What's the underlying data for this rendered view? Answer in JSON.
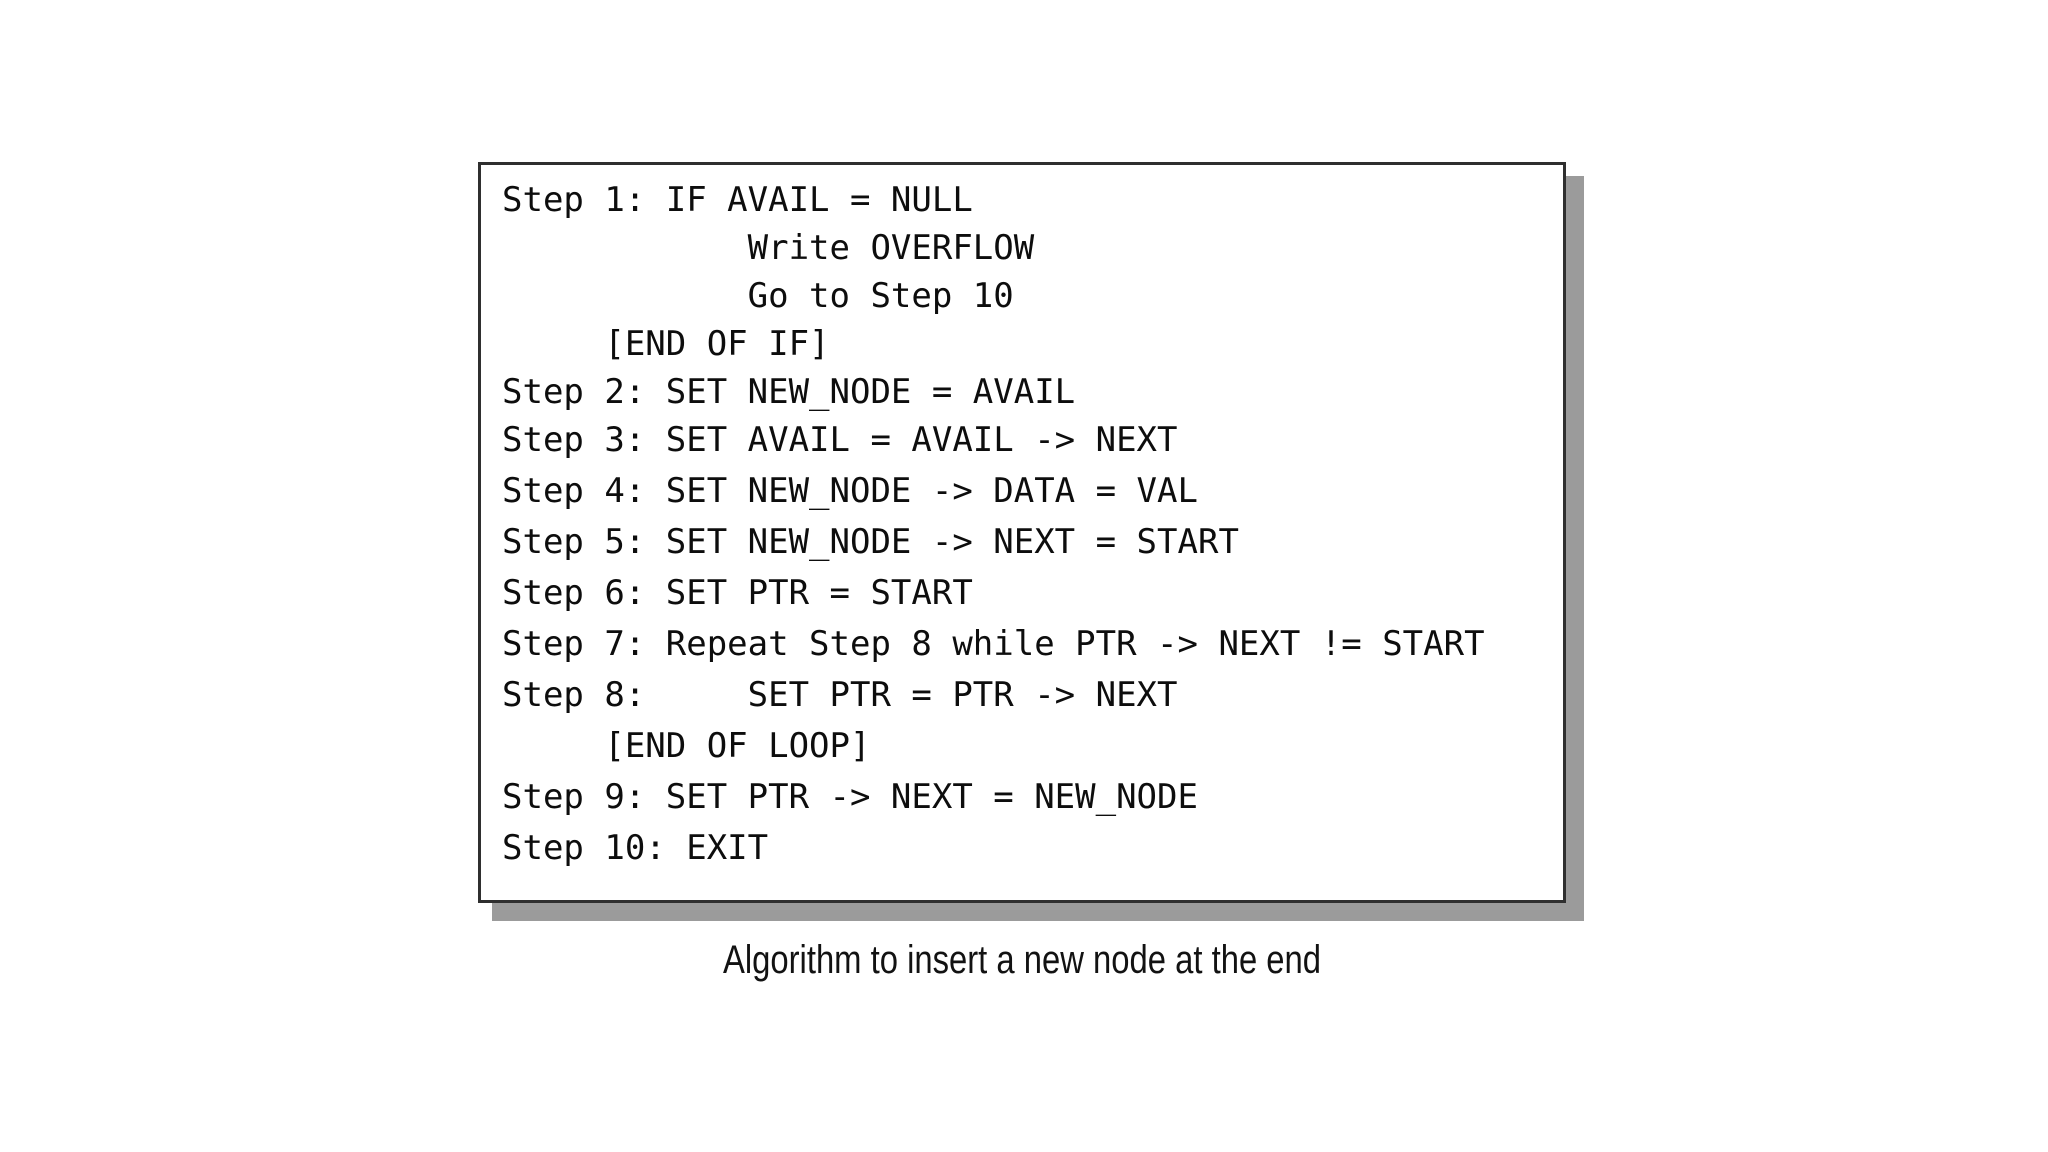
{
  "figure": {
    "caption": "Algorithm to insert a new node at the end",
    "box": {
      "background_color": "#ffffff",
      "border_color": "#2f2f2f",
      "shadow_color": "#9b9b9b",
      "text_color": "#0d0d0d"
    },
    "page_background_color": "#ffffff"
  },
  "algorithm": {
    "title": "Algorithm to insert a new node at the end",
    "lines": [
      "Step 1: IF AVAIL = NULL",
      "            Write OVERFLOW",
      "            Go to Step 10",
      "     [END OF IF]",
      "Step 2: SET NEW_NODE = AVAIL",
      "Step 3: SET AVAIL = AVAIL -> NEXT",
      "Step 4: SET NEW_NODE -> DATA = VAL",
      "Step 5: SET NEW_NODE -> NEXT = START",
      "Step 6: SET PTR = START",
      "Step 7: Repeat Step 8 while PTR -> NEXT != START",
      "Step 8:     SET PTR = PTR -> NEXT",
      "     [END OF LOOP]",
      "Step 9: SET PTR -> NEXT = NEW_NODE",
      "Step 10: EXIT"
    ],
    "steps": [
      {
        "number": "1",
        "label": "Step 1:",
        "body": "IF AVAIL = NULL"
      },
      {
        "number": "",
        "label": "",
        "body": "Write OVERFLOW"
      },
      {
        "number": "",
        "label": "",
        "body": "Go to Step 10"
      },
      {
        "number": "",
        "label": "",
        "body": "[END OF IF]"
      },
      {
        "number": "2",
        "label": "Step 2:",
        "body": "SET NEW_NODE = AVAIL"
      },
      {
        "number": "3",
        "label": "Step 3:",
        "body": "SET AVAIL = AVAIL -> NEXT"
      },
      {
        "number": "4",
        "label": "Step 4:",
        "body": "SET NEW_NODE -> DATA = VAL"
      },
      {
        "number": "5",
        "label": "Step 5:",
        "body": "SET NEW_NODE -> NEXT = START"
      },
      {
        "number": "6",
        "label": "Step 6:",
        "body": "SET PTR = START"
      },
      {
        "number": "7",
        "label": "Step 7:",
        "body": "Repeat Step 8 while PTR -> NEXT != START"
      },
      {
        "number": "8",
        "label": "Step 8:",
        "body": "SET PTR = PTR -> NEXT"
      },
      {
        "number": "",
        "label": "",
        "body": "[END OF LOOP]"
      },
      {
        "number": "9",
        "label": "Step 9:",
        "body": "SET PTR -> NEXT = NEW_NODE"
      },
      {
        "number": "10",
        "label": "Step 10:",
        "body": "EXIT"
      }
    ]
  }
}
